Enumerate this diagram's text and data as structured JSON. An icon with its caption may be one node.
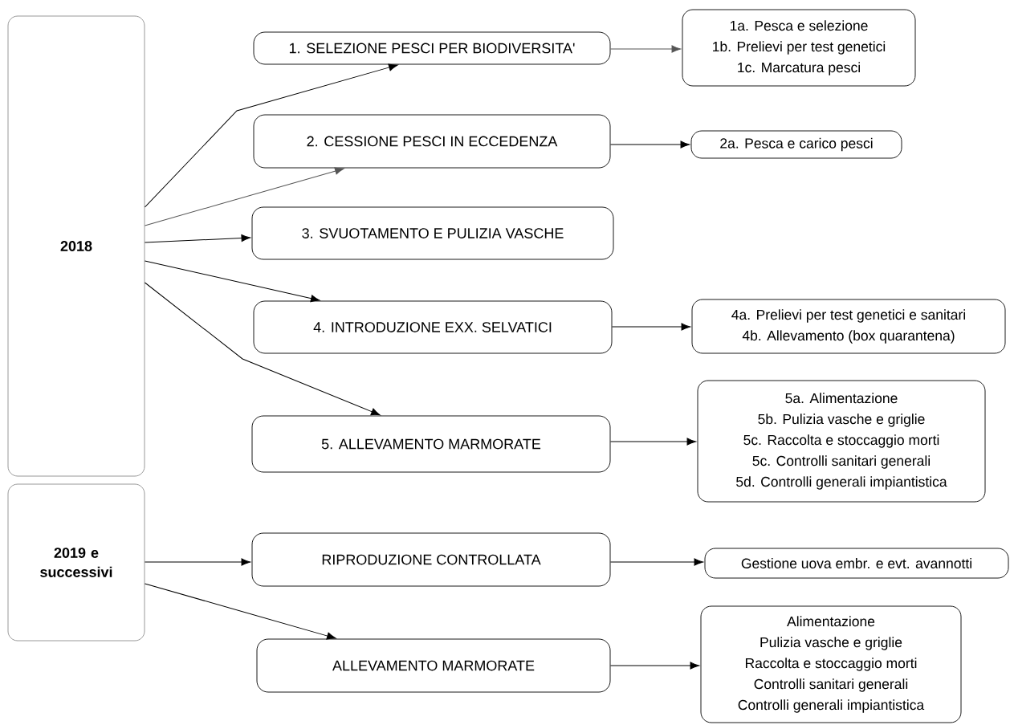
{
  "diagram": {
    "nodes": [
      {
        "text": [
          "2018"
        ]
      },
      {
        "text": [
          "2019 e successivi"
        ]
      },
      {
        "text": [
          "1. SELEZIONE PESCI PER BIODIVERSITA'"
        ]
      },
      {
        "text": [
          "1a. Pesca e selezione",
          "1b. Prelievi per test genetici",
          "1c. Marcatura pesci"
        ]
      },
      {
        "text": [
          "2. CESSIONE PESCI IN ECCEDENZA"
        ]
      },
      {
        "text": [
          "2a. Pesca e carico pesci"
        ]
      },
      {
        "text": [
          "3. SVUOTAMENTO E PULIZIA VASCHE"
        ]
      },
      {
        "text": [
          "4. INTRODUZIONE EXX. SELVATICI"
        ]
      },
      {
        "text": [
          "4a. Prelievi per test genetici e sanitari",
          "4b. Allevamento (box quarantena)"
        ]
      },
      {
        "text": [
          "5. ALLEVAMENTO MARMORATE"
        ]
      },
      {
        "text": [
          "5a. Alimentazione",
          "5b. Pulizia vasche e griglie",
          "5c. Raccolta e stoccaggio morti",
          "5c. Controlli sanitari generali",
          "5d. Controlli generali impiantistica"
        ]
      },
      {
        "text": [
          "RIPRODUZIONE CONTROLLATA"
        ]
      },
      {
        "text": [
          "Gestione uova embr. e evt. avannotti"
        ]
      },
      {
        "text": [
          "ALLEVAMENTO MARMORATE"
        ]
      },
      {
        "text": [
          "Alimentazione",
          "Pulizia vasche e griglie",
          "Raccolta e stoccaggio morti",
          "Controlli sanitari generali",
          "Controlli generali impiantistica"
        ]
      }
    ],
    "edges": [
      {
        "from": 0,
        "to": 2,
        "arrow": "to"
      },
      {
        "from": 0,
        "to": 4,
        "arrow": "to",
        "color": "#555555"
      },
      {
        "from": 0,
        "to": 6,
        "arrow": "to"
      },
      {
        "from": 0,
        "to": 7,
        "arrow": "to"
      },
      {
        "from": 0,
        "to": 9,
        "arrow": "to"
      },
      {
        "from": 2,
        "to": 3,
        "arrow": "to",
        "color": "#555555"
      },
      {
        "from": 4,
        "to": 5,
        "arrow": "to"
      },
      {
        "from": 7,
        "to": 8,
        "arrow": "to"
      },
      {
        "from": 9,
        "to": 10,
        "arrow": "to"
      },
      {
        "from": 1,
        "to": 11,
        "arrow": "to"
      },
      {
        "from": 11,
        "to": 12,
        "arrow": "to"
      },
      {
        "from": 1,
        "to": 13,
        "arrow": "to"
      },
      {
        "from": 13,
        "to": 14,
        "arrow": "to"
      }
    ]
  }
}
